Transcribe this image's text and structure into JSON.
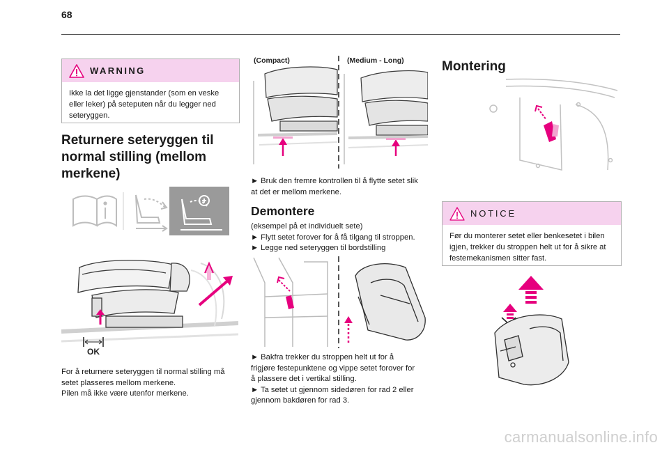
{
  "page": {
    "number": "68",
    "footer": "carmanualsonline.info"
  },
  "warning": {
    "title": "WARNING",
    "text": "Ikke la det ligge gjenstander (som en veske eller leker) på seteputen når du legger ned seteryggen."
  },
  "return_section": {
    "heading_lines": [
      "Returnere seteryggen til",
      "normal stilling (mellom",
      "merkene)"
    ],
    "ok_label": "OK",
    "caption_lines": [
      "For å returnere seteryggen til normal stilling må",
      "setet plasseres mellom merkene.",
      "Pilen må ikke være utenfor merkene."
    ]
  },
  "compact_figure": {
    "label_left": "(Compact)",
    "label_right": "(Medium - Long)"
  },
  "compact_caption_lines": [
    "► Bruk den fremre kontrollen til å flytte setet slik",
    "at det er mellom merkene."
  ],
  "remove_section": {
    "heading": "Demontere",
    "lines": [
      "(eksempel på et individuelt sete)",
      "► Flytt setet forover for å få tilgang til stroppen.",
      "► Legge ned seteryggen til bordstilling"
    ],
    "caption_lines": [
      "► Bakfra trekker du stroppen helt ut for å",
      "frigjøre festepunktene og vippe setet forover for",
      "å plassere det i vertikal stilling.",
      "► Ta setet ut gjennom sidedøren for rad 2 eller",
      "gjennom bakdøren for rad 3."
    ]
  },
  "install_section": {
    "heading": "Montering"
  },
  "notice": {
    "title": "NOTICE",
    "text": "Før du monterer setet eller benkesetet i bilen igjen, trekker du stroppen helt ut for å sikre at festemekanismen sitter fast."
  },
  "colors": {
    "accent_pink": "#e6007e",
    "box_header": "#f6d2ee",
    "icon_bg": "#9a9a9a"
  }
}
